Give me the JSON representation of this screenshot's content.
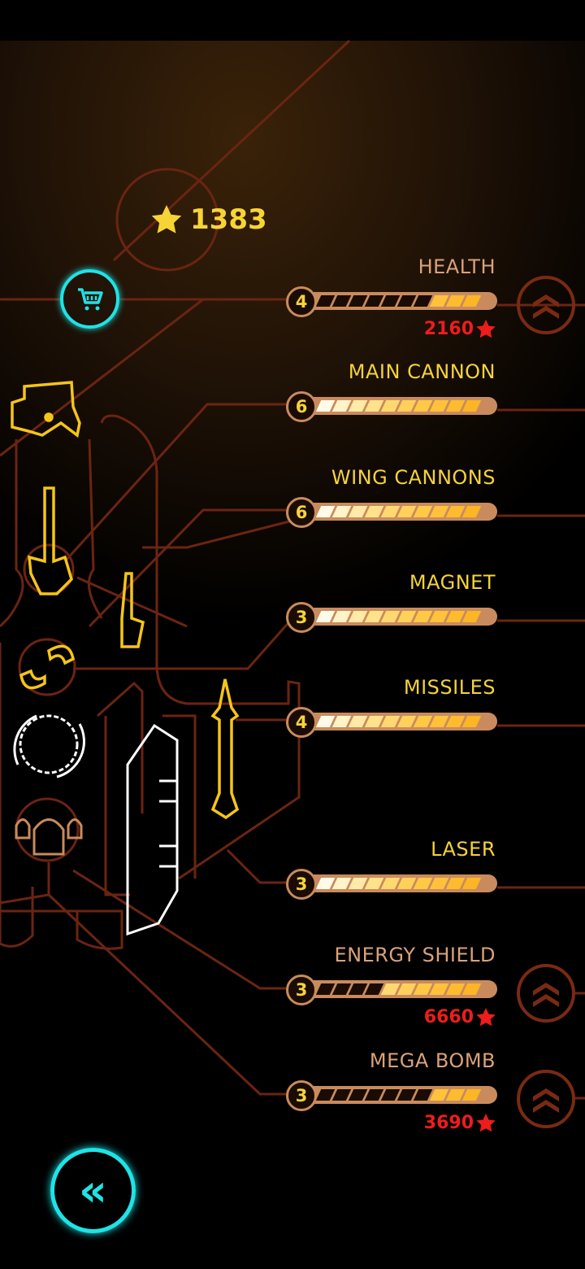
{
  "currency": {
    "icon": "star-icon",
    "amount": "1383"
  },
  "buttons": {
    "shop_icon": "cart-icon",
    "back_icon": "double-chevron-left-icon",
    "back_glyph": "«"
  },
  "colors": {
    "accent": "#1fe3e6",
    "maxed_label": "#f5d33a",
    "upgradable_label": "#d9a27a",
    "cost": "#ee1c1c",
    "line": "#6b2412"
  },
  "upgrades": [
    {
      "label": "HEALTH",
      "level": "4",
      "filled": 3,
      "segments": 10,
      "cost": "2160",
      "upgrade_button": true
    },
    {
      "label": "MAIN CANNON",
      "level": "6",
      "filled": 10,
      "segments": 10
    },
    {
      "label": "WING CANNONS",
      "level": "6",
      "filled": 10,
      "segments": 10
    },
    {
      "label": "MAGNET",
      "level": "3",
      "filled": 10,
      "segments": 10
    },
    {
      "label": "MISSILES",
      "level": "4",
      "filled": 10,
      "segments": 10
    },
    {
      "label": "LASER",
      "level": "3",
      "filled": 10,
      "segments": 10
    },
    {
      "label": "ENERGY SHIELD",
      "level": "3",
      "filled": 6,
      "segments": 10,
      "cost": "6660",
      "upgrade_button": true
    },
    {
      "label": "MEGA BOMB",
      "level": "3",
      "filled": 3,
      "segments": 10,
      "cost": "3690",
      "upgrade_button": true
    }
  ]
}
